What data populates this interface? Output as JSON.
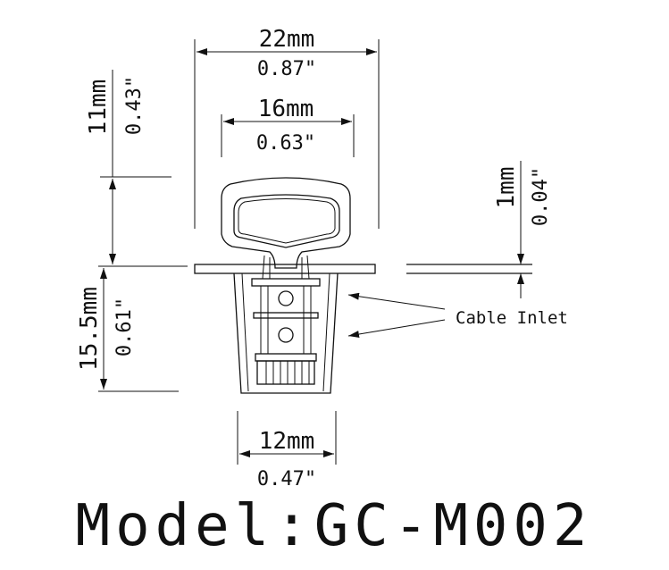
{
  "dimensions": {
    "width_total": {
      "mm": "22mm",
      "inch": "0.87\""
    },
    "width_handle": {
      "mm": "16mm",
      "inch": "0.63\""
    },
    "width_body": {
      "mm": "12mm",
      "inch": "0.47\""
    },
    "height_handle": {
      "mm": "11mm",
      "inch": "0.43\""
    },
    "height_body": {
      "mm": "15.5mm",
      "inch": "0.61\""
    },
    "flange_thickness": {
      "mm": "1mm",
      "inch": "0.04\""
    }
  },
  "callout": {
    "cable_inlet": "Cable Inlet"
  },
  "model": {
    "label": "Model:GC-M002"
  },
  "colors": {
    "line": "#111111",
    "background": "#ffffff"
  }
}
